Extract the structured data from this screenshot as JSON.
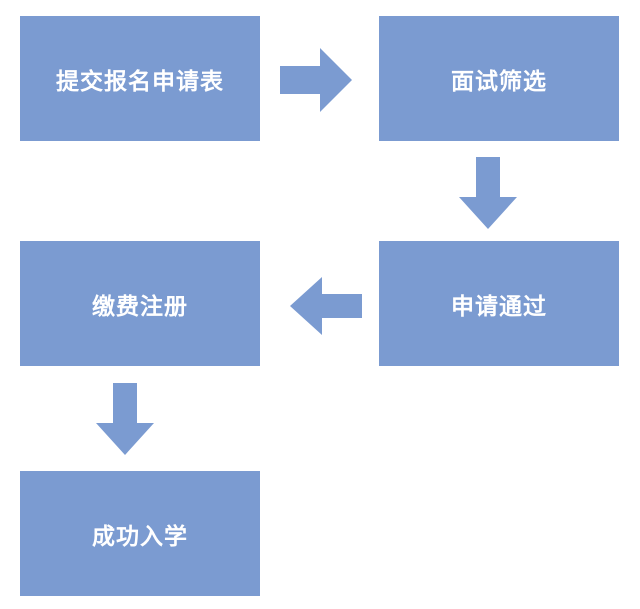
{
  "colors": {
    "box_fill": "#7b9bd1",
    "arrow_fill": "#7b9bd1",
    "text": "#ffffff"
  },
  "steps": [
    {
      "label": "提交报名申请表"
    },
    {
      "label": "面试筛选"
    },
    {
      "label": "申请通过"
    },
    {
      "label": "缴费注册"
    },
    {
      "label": "成功入学"
    }
  ],
  "arrows": [
    {
      "from": "提交报名申请表",
      "to": "面试筛选",
      "direction": "right"
    },
    {
      "from": "面试筛选",
      "to": "申请通过",
      "direction": "down"
    },
    {
      "from": "申请通过",
      "to": "缴费注册",
      "direction": "left"
    },
    {
      "from": "缴费注册",
      "to": "成功入学",
      "direction": "down"
    }
  ]
}
